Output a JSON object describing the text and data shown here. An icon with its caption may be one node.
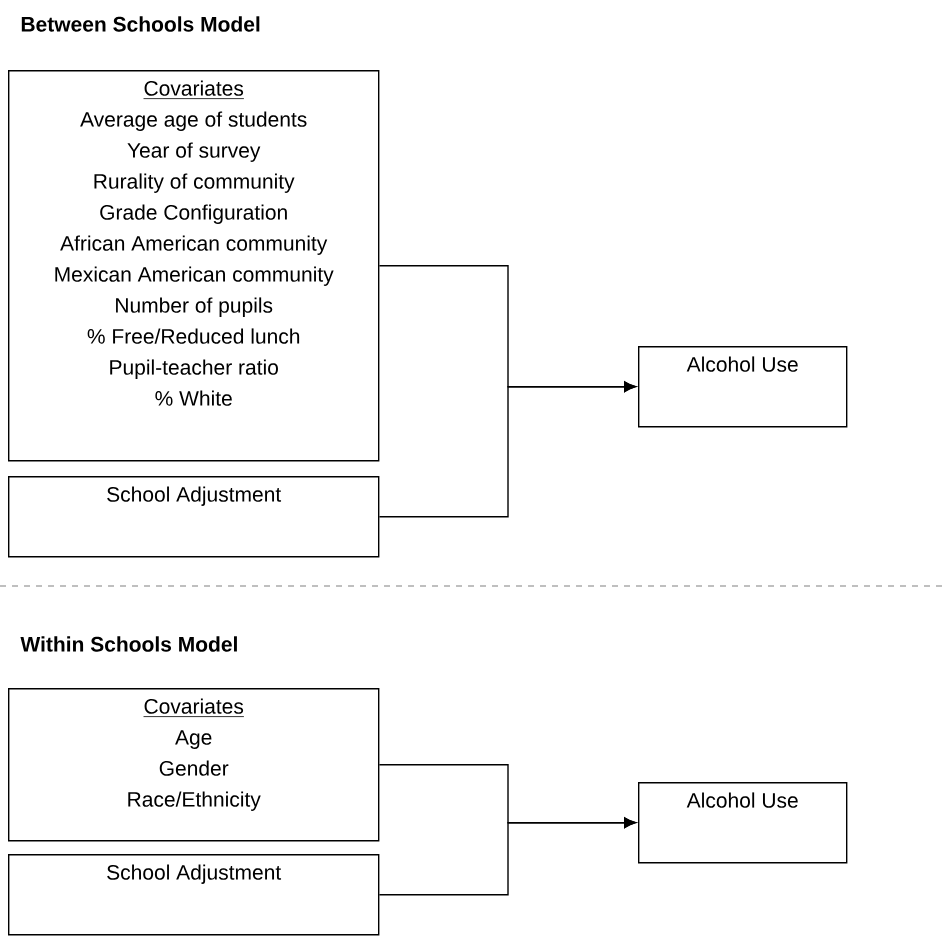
{
  "diagram": {
    "nodes": [
      {
        "text": [
          "Covariates",
          "Average age of students",
          "Year of survey",
          "Rurality of community",
          "Grade Configuration",
          "African American community",
          "Mexican American community",
          "Number of pupils",
          "% Free/Reduced lunch",
          "Pupil-teacher ratio",
          "% White"
        ]
      },
      {
        "text": [
          "School  Adjustment"
        ]
      },
      {
        "text": [
          "Alcohol Use"
        ]
      },
      {
        "text": [
          "Covariates",
          "Age",
          "Gender",
          "Race/Ethnicity"
        ]
      },
      {
        "text": [
          "School  Adjustment"
        ]
      },
      {
        "text": [
          "Alcohol Use"
        ]
      }
    ],
    "edges": [
      {
        "from": 0,
        "to": 2,
        "arrow": "to"
      },
      {
        "from": 1,
        "to": 2,
        "arrow": "to"
      },
      {
        "from": 3,
        "to": 5,
        "arrow": "to"
      },
      {
        "from": 4,
        "to": 5,
        "arrow": "to"
      }
    ],
    "labels": [
      "Between Schools Model",
      "Within Schools Model"
    ]
  }
}
